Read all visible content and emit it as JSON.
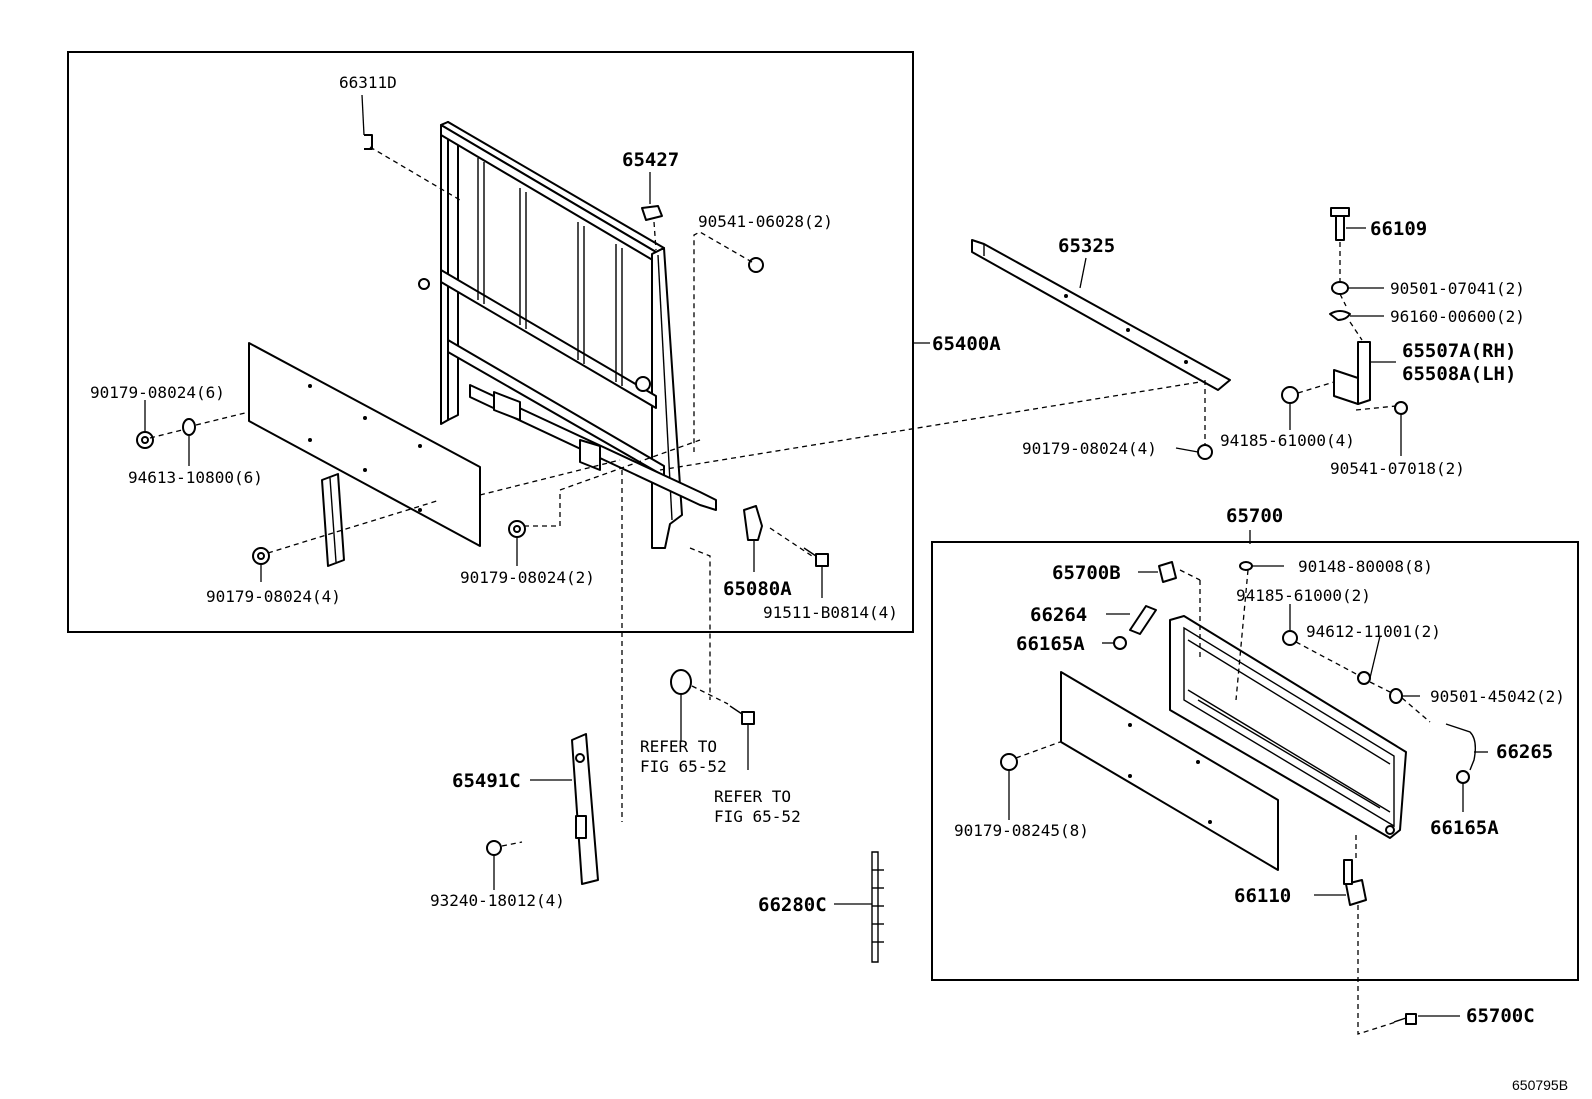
{
  "diagram_code": "650795B",
  "labels": {
    "p66311D": "66311D",
    "p65427": "65427",
    "p90541_06028": "90541-06028(2)",
    "p65400A": "65400A",
    "p90179_08024_6": "90179-08024(6)",
    "p94613_10800": "94613-10800(6)",
    "p90179_08024_4a": "90179-08024(4)",
    "p90179_08024_2": "90179-08024(2)",
    "p65080A": "65080A",
    "p91511_B0814": "91511-B0814(4)",
    "p65325": "65325",
    "p90179_08024_4b": "90179-08024(4)",
    "p66109": "66109",
    "p90501_07041": "90501-07041(2)",
    "p96160_00600": "96160-00600(2)",
    "p65507A": "65507A(RH)",
    "p65508A": "65508A(LH)",
    "p94185_61000_4": "94185-61000(4)",
    "p90541_07018": "90541-07018(2)",
    "p65700": "65700",
    "p65700B": "65700B",
    "p90148_80008": "90148-80008(8)",
    "p94185_61000_2": "94185-61000(2)",
    "p66264": "66264",
    "p94612_11001": "94612-11001(2)",
    "p66165A_a": "66165A",
    "p90501_45042": "90501-45042(2)",
    "p66265": "66265",
    "p66165A_b": "66165A",
    "p90179_08245": "90179-08245(8)",
    "p66110": "66110",
    "p65700C": "65700C",
    "refer_a1": "REFER TO",
    "refer_a2": "FIG 65-52",
    "refer_b1": "REFER TO",
    "refer_b2": "FIG 65-52",
    "p65491C": "65491C",
    "p93240_18012": "93240-18012(4)",
    "p66280C": "66280C"
  }
}
